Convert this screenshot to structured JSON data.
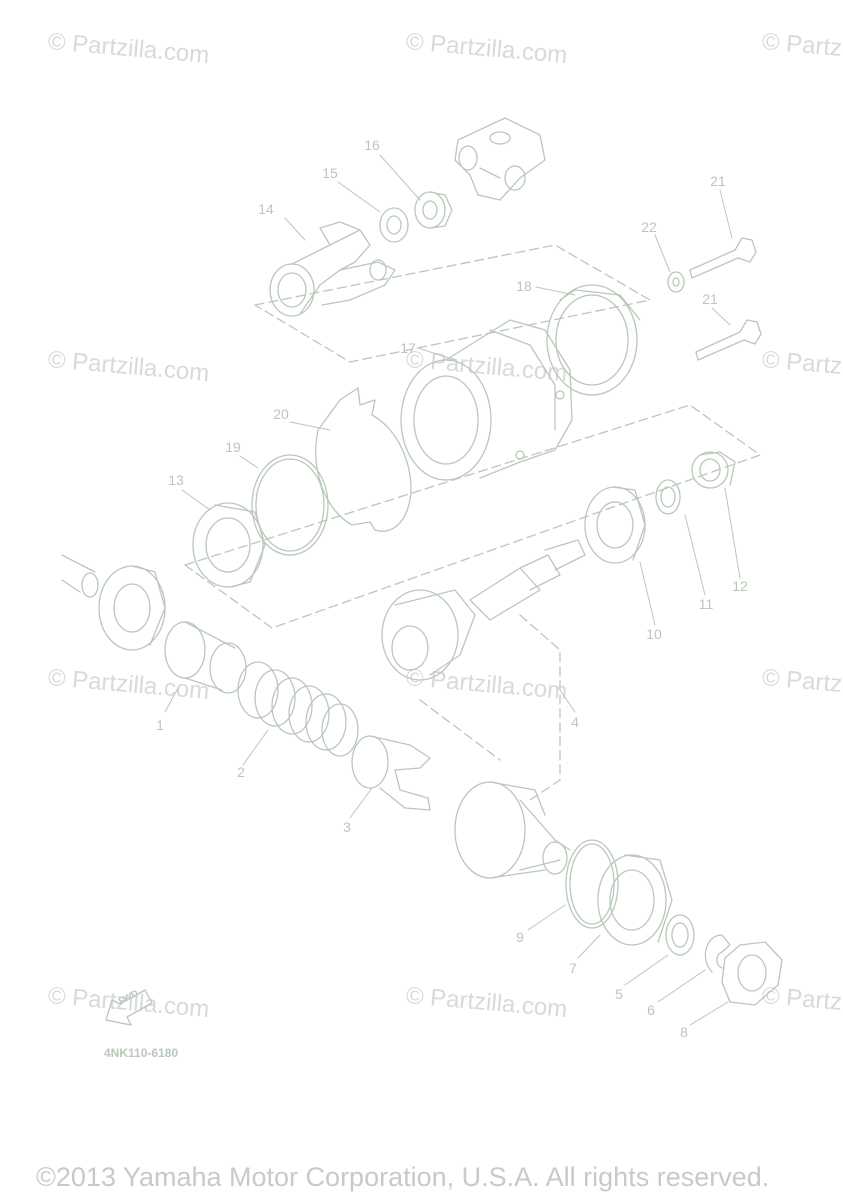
{
  "diagram": {
    "reference_code": "4NK110-6180",
    "copyright": "©2013 Yamaha Motor Corporation, U.S.A. All rights reserved.",
    "watermark": "© Partzilla.com",
    "arrow_label": "FWD",
    "callouts": [
      "1",
      "2",
      "3",
      "4",
      "5",
      "6",
      "7",
      "8",
      "9",
      "10",
      "11",
      "12",
      "13",
      "14",
      "15",
      "16",
      "17",
      "18",
      "19",
      "20",
      "21",
      "21",
      "22"
    ]
  },
  "colors": {
    "line": "#b9c8b9",
    "watermark": "#d9d9d9",
    "copyright": "#c9c9c9"
  }
}
